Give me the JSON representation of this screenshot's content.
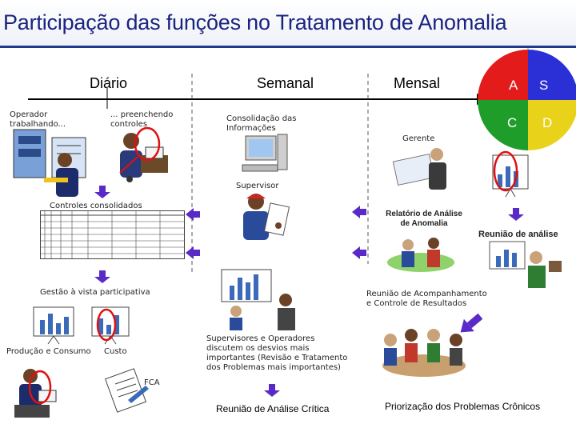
{
  "title": "Participação das funções no Tratamento de Anomalia",
  "timeline": {
    "daily": "Diário",
    "weekly": "Semanal",
    "monthly": "Mensal"
  },
  "pdca": {
    "a": "A",
    "s": "S",
    "c": "C",
    "d": "D",
    "colors": {
      "a": "#e31b1b",
      "s": "#2b2fd6",
      "c": "#1f9d2a",
      "d": "#e8d21a"
    }
  },
  "labels": {
    "operator": [
      "Operador",
      "trabalhando..."
    ],
    "filling": [
      "... preenchendo",
      "controles"
    ],
    "consolidation": [
      "Consolidação das",
      "Informações"
    ],
    "manager": "Gerente",
    "supervisor": "Supervisor",
    "consolidated_controls": "Controles consolidados",
    "anomaly_report": [
      "Relatório de Análise",
      "de Anomalia"
    ],
    "analysis_meeting": "Reunião de análise",
    "visual_management": "Gestão à vista participativa",
    "follow_up_meeting": [
      "Reunião de Acompanhamento",
      "e Controle de Resultados"
    ],
    "production": "Produção e Consumo",
    "cost": "Custo",
    "discussion": [
      "Supervisores e Operadores",
      "discutem os desvios mais",
      "importantes (Revisão e Tratamento",
      "dos Problemas mais importantes)"
    ],
    "fca": "FCA",
    "critical_review": "Reunião de Análise Crítica",
    "chronic_priority": "Priorização dos Problemas Crônicos"
  }
}
